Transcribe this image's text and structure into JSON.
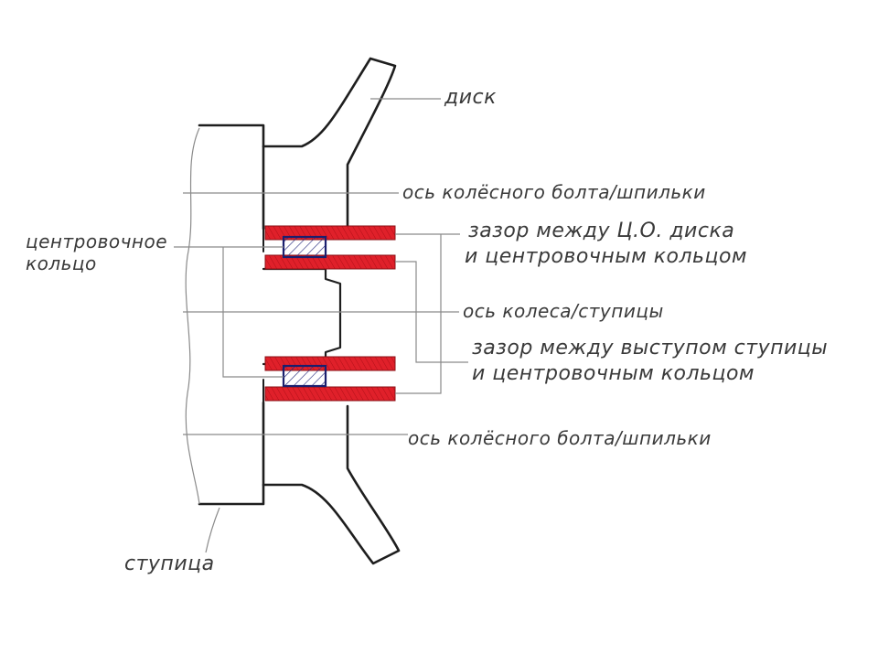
{
  "labels": {
    "disc": "диск",
    "bolt_axis_top": "ось колёсного болта/шпильки",
    "gap_disc_line1": "зазор между Ц.О. диска",
    "gap_disc_line2": "и центровочным кольцом",
    "centering_ring_line1": "центровочное",
    "centering_ring_line2": "кольцо",
    "wheel_axis": "ось колеса/ступицы",
    "gap_hub_line1": "зазор между выступом ступицы",
    "gap_hub_line2": "и центровочным кольцом",
    "bolt_axis_bottom": "ось колёсного болта/шпильки",
    "hub": "ступица"
  },
  "colors": {
    "ink": "#1e1e1e",
    "leader": "#8a8a8a",
    "gap_fill": "#e0202a",
    "ring_outline": "#1a1f6e",
    "ring_hatch": "#2a2f80",
    "text": "#3a3a3a"
  }
}
